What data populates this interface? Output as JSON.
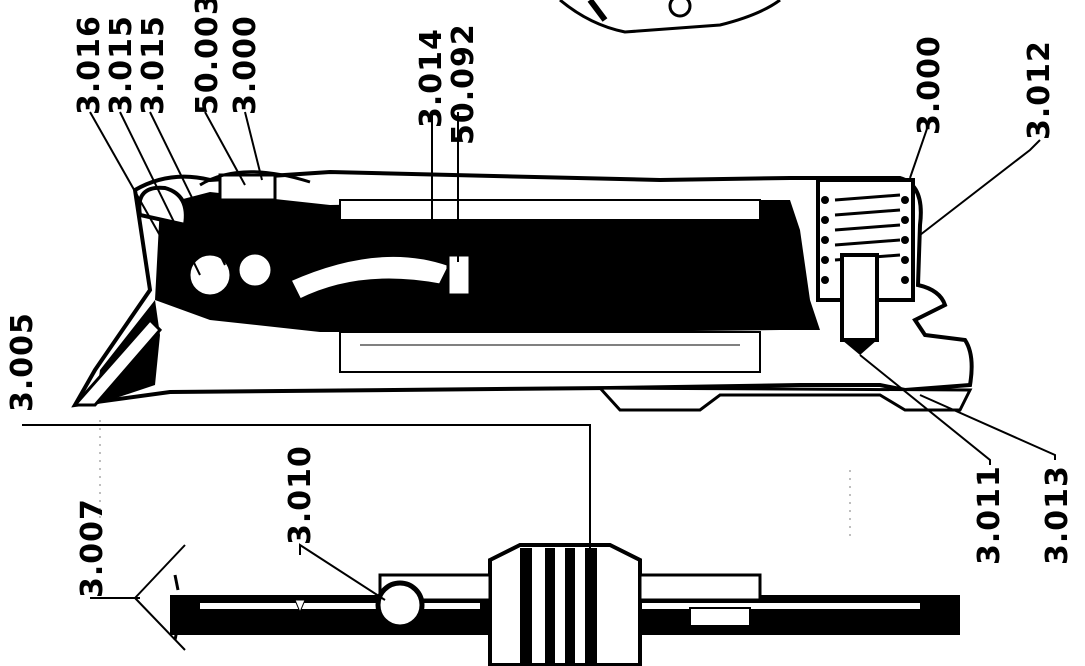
{
  "labels": {
    "l_3016": "3.016",
    "l_3015a": "3.015",
    "l_3015b": "3.015",
    "l_50003": "50.003",
    "l_3000a": "3.000",
    "l_3014": "3.014",
    "l_50092": "50.092",
    "l_3000b": "3.000",
    "l_3012": "3.012",
    "l_3005": "3.005",
    "l_3010": "3.010",
    "l_3007": "3.007",
    "l_3011": "3.011",
    "l_3013": "3.013"
  },
  "colors": {
    "ink": "#000000",
    "paper": "#ffffff"
  }
}
